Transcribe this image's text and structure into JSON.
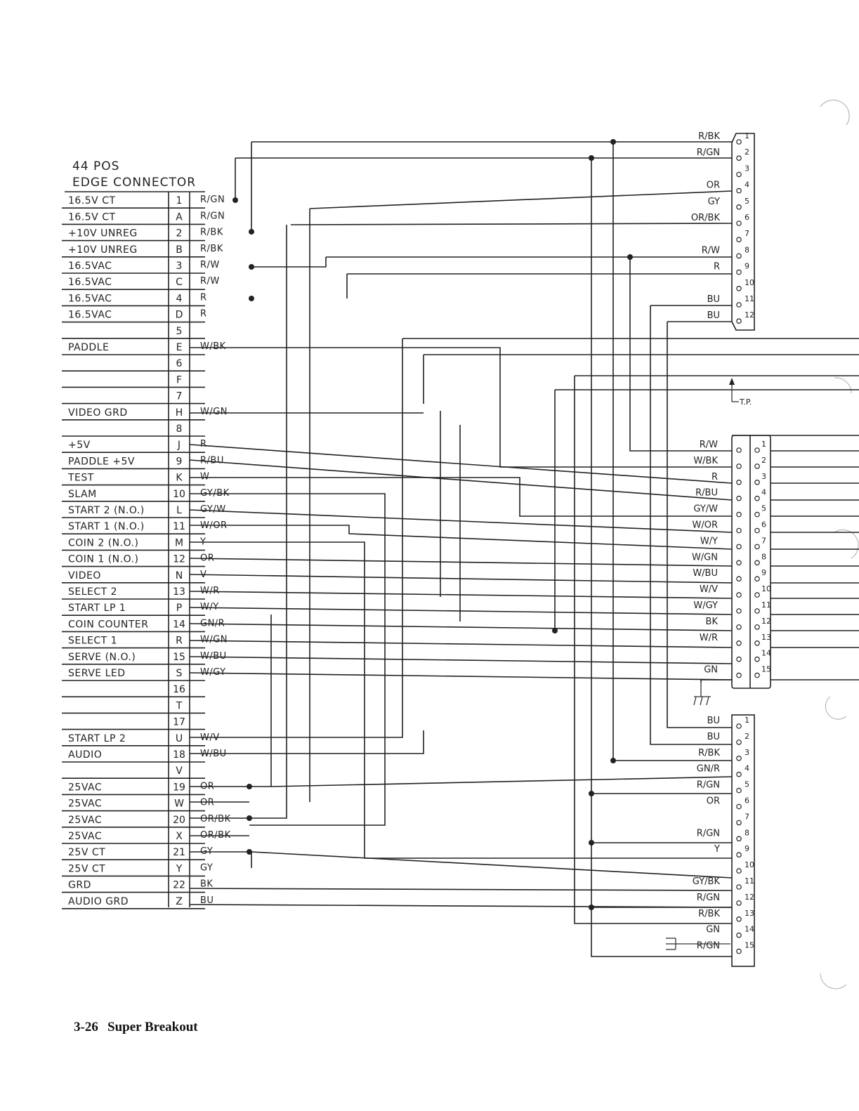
{
  "header": {
    "line1": "44 POS",
    "line2": "EDGE CONNECTOR"
  },
  "edge_rows": [
    {
      "label": "16.5V CT",
      "pin": "1",
      "wire": "R/GN"
    },
    {
      "label": "16.5V CT",
      "pin": "A",
      "wire": "R/GN"
    },
    {
      "label": "+10V UNREG",
      "pin": "2",
      "wire": "R/BK"
    },
    {
      "label": "+10V UNREG",
      "pin": "B",
      "wire": "R/BK"
    },
    {
      "label": "16.5VAC",
      "pin": "3",
      "wire": "R/W"
    },
    {
      "label": "16.5VAC",
      "pin": "C",
      "wire": "R/W"
    },
    {
      "label": "16.5VAC",
      "pin": "4",
      "wire": "R"
    },
    {
      "label": "16.5VAC",
      "pin": "D",
      "wire": "R"
    },
    {
      "label": "",
      "pin": "5",
      "wire": ""
    },
    {
      "label": "PADDLE",
      "pin": "E",
      "wire": "W/BK"
    },
    {
      "label": "",
      "pin": "6",
      "wire": ""
    },
    {
      "label": "",
      "pin": "F",
      "wire": ""
    },
    {
      "label": "",
      "pin": "7",
      "wire": ""
    },
    {
      "label": "VIDEO GRD",
      "pin": "H",
      "wire": "W/GN"
    },
    {
      "label": "",
      "pin": "8",
      "wire": ""
    },
    {
      "label": "+5V",
      "pin": "J",
      "wire": "R"
    },
    {
      "label": "PADDLE +5V",
      "pin": "9",
      "wire": "R/BU"
    },
    {
      "label": "TEST",
      "pin": "K",
      "wire": "W"
    },
    {
      "label": "SLAM",
      "pin": "10",
      "wire": "GY/BK"
    },
    {
      "label": "START 2 (N.O.)",
      "pin": "L",
      "wire": "GY/W"
    },
    {
      "label": "START 1 (N.O.)",
      "pin": "11",
      "wire": "W/OR"
    },
    {
      "label": "COIN 2 (N.O.)",
      "pin": "M",
      "wire": "Y"
    },
    {
      "label": "COIN 1 (N.O.)",
      "pin": "12",
      "wire": "OR"
    },
    {
      "label": "VIDEO",
      "pin": "N",
      "wire": "V"
    },
    {
      "label": "SELECT 2",
      "pin": "13",
      "wire": "W/R"
    },
    {
      "label": "START LP 1",
      "pin": "P",
      "wire": "W/Y"
    },
    {
      "label": "COIN COUNTER",
      "pin": "14",
      "wire": "GN/R"
    },
    {
      "label": "SELECT 1",
      "pin": "R",
      "wire": "W/GN"
    },
    {
      "label": "SERVE (N.O.)",
      "pin": "15",
      "wire": "W/BU"
    },
    {
      "label": "SERVE LED",
      "pin": "S",
      "wire": "W/GY"
    },
    {
      "label": "",
      "pin": "16",
      "wire": ""
    },
    {
      "label": "",
      "pin": "T",
      "wire": ""
    },
    {
      "label": "",
      "pin": "17",
      "wire": ""
    },
    {
      "label": "START LP 2",
      "pin": "U",
      "wire": "W/V"
    },
    {
      "label": "AUDIO",
      "pin": "18",
      "wire": "W/BU"
    },
    {
      "label": "",
      "pin": "V",
      "wire": ""
    },
    {
      "label": "25VAC",
      "pin": "19",
      "wire": "OR"
    },
    {
      "label": "25VAC",
      "pin": "W",
      "wire": "OR"
    },
    {
      "label": "25VAC",
      "pin": "20",
      "wire": "OR/BK"
    },
    {
      "label": "25VAC",
      "pin": "X",
      "wire": "OR/BK"
    },
    {
      "label": "25V CT",
      "pin": "21",
      "wire": "GY"
    },
    {
      "label": "25V CT",
      "pin": "Y",
      "wire": "GY"
    },
    {
      "label": "GRD",
      "pin": "22",
      "wire": "BK"
    },
    {
      "label": "AUDIO GRD",
      "pin": "Z",
      "wire": "BU"
    }
  ],
  "connector_top": [
    {
      "pin": "1",
      "wire": "R/BK"
    },
    {
      "pin": "2",
      "wire": "R/GN"
    },
    {
      "pin": "3",
      "wire": ""
    },
    {
      "pin": "4",
      "wire": "OR"
    },
    {
      "pin": "5",
      "wire": "GY"
    },
    {
      "pin": "6",
      "wire": "OR/BK"
    },
    {
      "pin": "7",
      "wire": ""
    },
    {
      "pin": "8",
      "wire": "R/W"
    },
    {
      "pin": "9",
      "wire": "R"
    },
    {
      "pin": "10",
      "wire": ""
    },
    {
      "pin": "11",
      "wire": "BU"
    },
    {
      "pin": "12",
      "wire": "BU"
    }
  ],
  "connector_mid": [
    {
      "pin": "1",
      "wire": "R/W"
    },
    {
      "pin": "2",
      "wire": "W/BK"
    },
    {
      "pin": "3",
      "wire": "R"
    },
    {
      "pin": "4",
      "wire": "R/BU"
    },
    {
      "pin": "5",
      "wire": "GY/W"
    },
    {
      "pin": "6",
      "wire": "W/OR"
    },
    {
      "pin": "7",
      "wire": "W/Y"
    },
    {
      "pin": "8",
      "wire": "W/GN"
    },
    {
      "pin": "9",
      "wire": "W/BU"
    },
    {
      "pin": "10",
      "wire": "W/V"
    },
    {
      "pin": "11",
      "wire": "W/GY"
    },
    {
      "pin": "12",
      "wire": "BK"
    },
    {
      "pin": "13",
      "wire": "W/R"
    },
    {
      "pin": "14",
      "wire": ""
    },
    {
      "pin": "15",
      "wire": "GN"
    }
  ],
  "connector_bot": [
    {
      "pin": "1",
      "wire": "BU"
    },
    {
      "pin": "2",
      "wire": "BU"
    },
    {
      "pin": "3",
      "wire": "R/BK"
    },
    {
      "pin": "4",
      "wire": "GN/R"
    },
    {
      "pin": "5",
      "wire": "R/GN"
    },
    {
      "pin": "6",
      "wire": "OR"
    },
    {
      "pin": "7",
      "wire": ""
    },
    {
      "pin": "8",
      "wire": "R/GN"
    },
    {
      "pin": "9",
      "wire": "Y"
    },
    {
      "pin": "10",
      "wire": ""
    },
    {
      "pin": "11",
      "wire": "GY/BK"
    },
    {
      "pin": "12",
      "wire": "R/GN"
    },
    {
      "pin": "13",
      "wire": "R/BK"
    },
    {
      "pin": "14",
      "wire": "GN"
    },
    {
      "pin": "15",
      "wire": "R/GN"
    }
  ],
  "annotations": {
    "test_point": "T.P."
  },
  "footer": {
    "page": "3-26",
    "title": "Super Breakout"
  }
}
